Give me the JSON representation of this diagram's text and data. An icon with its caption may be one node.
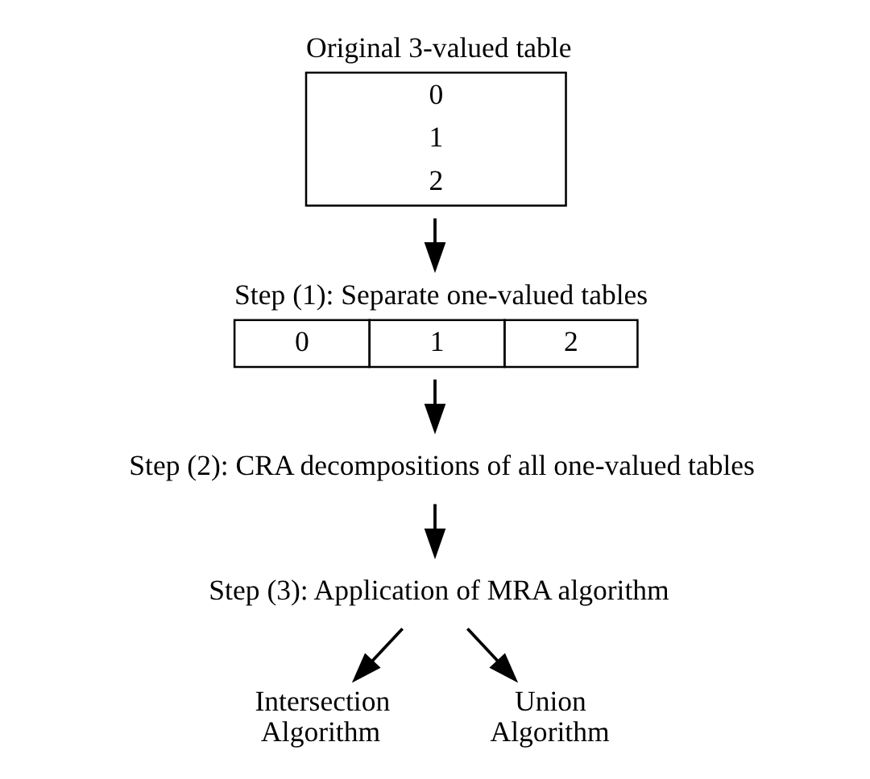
{
  "diagram": {
    "nodes": [
      {
        "text": [
          "Original 3-valued table",
          "0",
          "1",
          "2"
        ]
      },
      {
        "text": [
          "Step (1): Separate one-valued tables",
          "0",
          "1",
          "2"
        ]
      },
      {
        "text": [
          "Step (2): CRA decompositions of all one-valued tables"
        ]
      },
      {
        "text": [
          "Step (3): Application of MRA algorithm"
        ]
      },
      {
        "text": [
          "Intersection Algorithm"
        ]
      },
      {
        "text": [
          "Union Algorithm"
        ]
      }
    ],
    "edges": [
      {
        "from": 0,
        "to": 1,
        "arrow": "to"
      },
      {
        "from": 1,
        "to": 2,
        "arrow": "to"
      },
      {
        "from": 2,
        "to": 3,
        "arrow": "to"
      },
      {
        "from": 3,
        "to": 4,
        "arrow": "to"
      },
      {
        "from": 3,
        "to": 5,
        "arrow": "to"
      }
    ]
  }
}
